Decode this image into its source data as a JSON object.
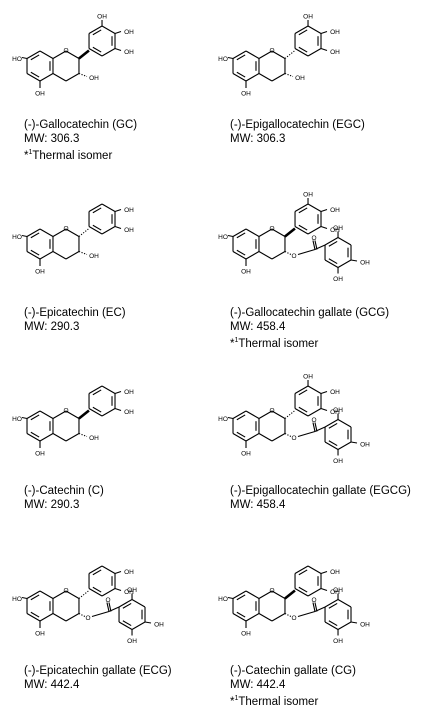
{
  "compounds": [
    {
      "id": "gc",
      "name": "(-)-Gallocatechin (GC)",
      "mw": "MW: 306.3",
      "note": "*",
      "note_sup": "1",
      "note_text": "Thermal isomer",
      "bond": "wedge",
      "gallate": false,
      "ring": "pyrogallol"
    },
    {
      "id": "egc",
      "name": "(-)-Epigallocatechin (EGC)",
      "mw": "MW: 306.3",
      "note": "",
      "note_sup": "",
      "note_text": "",
      "bond": "hash",
      "gallate": false,
      "ring": "pyrogallol"
    },
    {
      "id": "ec",
      "name": "(-)-Epicatechin (EC)",
      "mw": "MW: 290.3",
      "note": "",
      "note_sup": "",
      "note_text": "",
      "bond": "hash",
      "gallate": false,
      "ring": "catechol"
    },
    {
      "id": "gcg",
      "name": "(-)-Gallocatechin gallate (GCG)",
      "mw": "MW: 458.4",
      "note": "*",
      "note_sup": "1",
      "note_text": "Thermal isomer",
      "bond": "wedge",
      "gallate": true,
      "ring": "pyrogallol"
    },
    {
      "id": "c",
      "name": "(-)-Catechin (C)",
      "mw": "MW: 290.3",
      "note": "",
      "note_sup": "",
      "note_text": "",
      "bond": "wedge",
      "gallate": false,
      "ring": "catechol"
    },
    {
      "id": "egcg",
      "name": "(-)-Epigallocatechin gallate (EGCG)",
      "mw": "MW: 458.4",
      "note": "",
      "note_sup": "",
      "note_text": "",
      "bond": "hash",
      "gallate": true,
      "ring": "pyrogallol"
    },
    {
      "id": "ecg",
      "name": "(-)-Epicatechin gallate (ECG)",
      "mw": "MW: 442.4",
      "note": "",
      "note_sup": "",
      "note_text": "",
      "bond": "hash",
      "gallate": true,
      "ring": "catechol"
    },
    {
      "id": "cg",
      "name": "(-)-Catechin gallate (CG)",
      "mw": "MW: 442.4",
      "note": "*",
      "note_sup": "1",
      "note_text": "Thermal isomer",
      "bond": "wedge",
      "gallate": true,
      "ring": "catechol"
    }
  ],
  "atom_labels": {
    "oh": "OH",
    "ho": "HO",
    "o": "O",
    "ring_o": "O"
  }
}
